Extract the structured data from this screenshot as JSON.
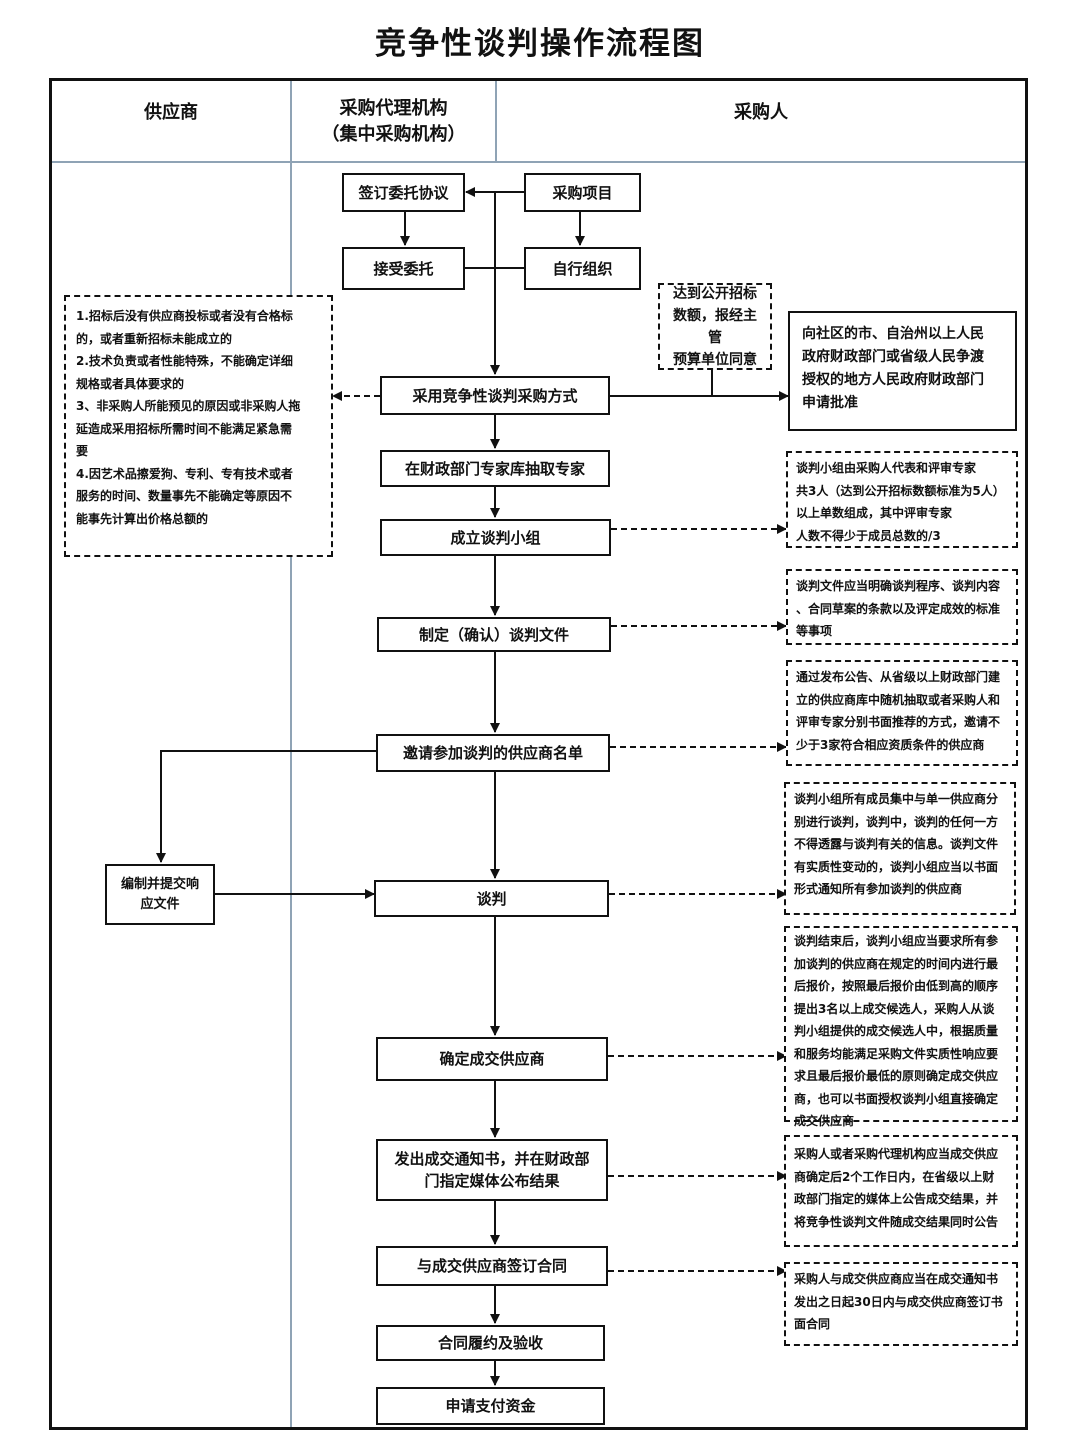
{
  "title": "竞争性谈判操作流程图",
  "lanes": {
    "supplier": "供应商",
    "agency_line1": "采购代理机构",
    "agency_line2": "（集中采购机构）",
    "purchaser": "采购人"
  },
  "steps": {
    "sign_agreement": "签订委托协议",
    "purchase_project": "采购项目",
    "accept_commission": "接受委托",
    "self_organize": "自行组织",
    "adopt_method": "采用竞争性谈判采购方式",
    "draw_experts": "在财政部门专家库抽取专家",
    "form_group": "成立谈判小组",
    "make_docs": "制定（确认）谈判文件",
    "invite_list": "邀请参加谈判的供应商名单",
    "negotiate": "谈判",
    "prepare_response": "编制并提交响应文件",
    "determine_supplier": "确定成交供应商",
    "notice_line1": "发出成交通知书，并在财政部",
    "notice_line2": "门指定媒体公布结果",
    "sign_contract": "与成交供应商签订合同",
    "perform_accept": "合同履约及验收",
    "apply_payment": "申请支付资金"
  },
  "notes": {
    "conditions": [
      "1.招标后没有供应商投标或者没有合格标",
      "的，或者重新招标未能成立的",
      "2.技术负责或者性能特殊，不能确定详细",
      "规格或者具体要求的",
      "3、非采购人所能预见的原因或非采购人拖",
      "延造成采用招标所需时间不能满足紧急需",
      "要",
      "4.因艺术品擦爱狗、专利、专有技术或者",
      "服务的时间、数量事先不能确定等原因不",
      "能事先计算出价格总额的"
    ],
    "threshold": [
      "达到公开招标",
      "数额，报经主管",
      "预算单位同意"
    ],
    "approval": [
      "向社区的市、自治州以上人民",
      "政府财政部门或省级人民争渡",
      "授权的地方人民政府财政部门",
      "申请批准"
    ],
    "group_composition": [
      "谈判小组由采购人代表和评审专家",
      "共3人（达到公开招标数额标准为5人）",
      "以上单数组成，其中评审专家",
      "人数不得少于成员总数的/3"
    ],
    "docs_content": [
      "谈判文件应当明确谈判程序、谈判内容",
      "、合同草案的条款以及评定成效的标准",
      "等事项"
    ],
    "invite_method": [
      "通过发布公告、从省级以上财政部门建",
      "立的供应商库中随机抽取或者采购人和",
      "评审专家分别书面推荐的方式，邀请不",
      "少于3家符合相应资质条件的供应商"
    ],
    "negotiate_rules": [
      "谈判小组所有成员集中与单一供应商分",
      "别进行谈判，谈判中，谈判的任何一方",
      "不得透露与谈判有关的信息。谈判文件",
      "有实质性变动的，谈判小组应当以书面",
      "形式通知所有参加谈判的供应商"
    ],
    "determine_rules": [
      "谈判结束后，谈判小组应当要求所有参",
      "加谈判的供应商在规定的时间内进行最",
      "后报价，按照最后报价由低到高的顺序",
      "提出3名以上成交候选人，采购人从谈",
      "判小组提供的成交候选人中，根据质量",
      "和服务均能满足采购文件实质性响应要",
      "求且最后报价最低的原则确定成交供应",
      "商，也可以书面授权谈判小组直接确定",
      "成交供应商"
    ],
    "notice_rules": [
      "采购人或者采购代理机构应当成交供应",
      "商确定后2个工作日内，在省级以上财",
      "政部门指定的媒体上公告成交结果，并",
      "将竞争性谈判文件随成交结果同时公告"
    ],
    "contract_rules": [
      "采购人与成交供应商应当在成交通知书",
      "发出之日起30日内与成交供应商签订书",
      "面合同"
    ]
  }
}
